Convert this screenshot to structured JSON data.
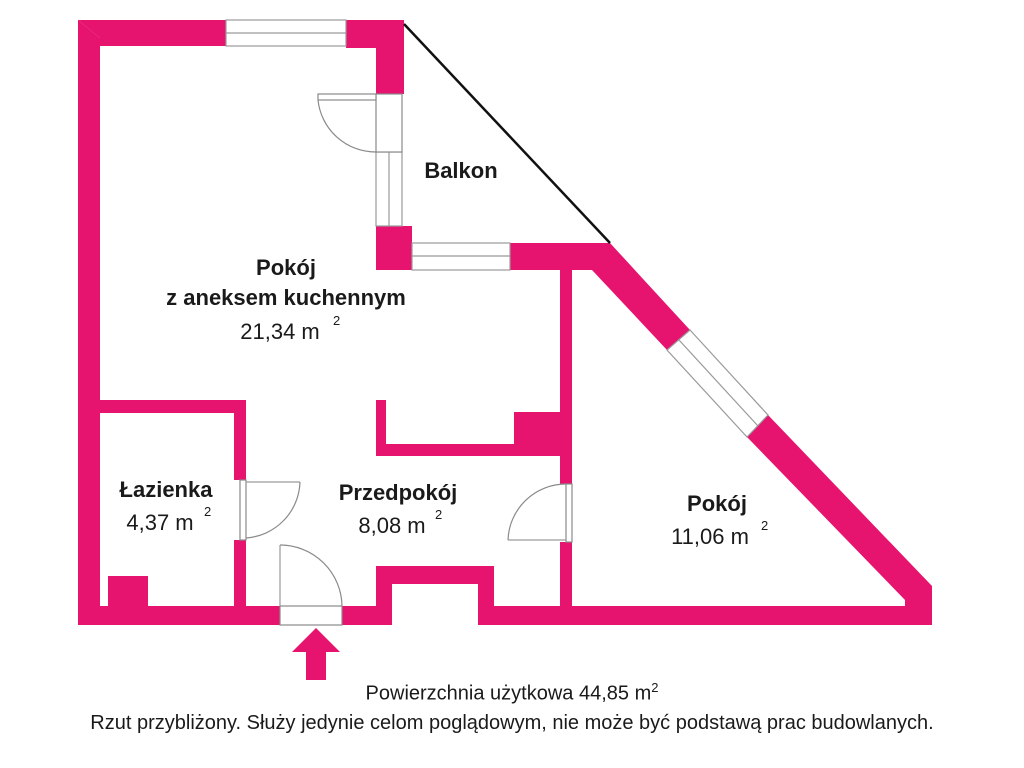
{
  "colors": {
    "wall": "#e6136f",
    "fixtures": "#9a9a9a",
    "text": "#1a1a1a"
  },
  "rooms": {
    "living": {
      "name_line1": "Pokój",
      "name_line2": "z aneksem kuchennym",
      "area": "21,34 m",
      "area_sup": "2"
    },
    "balcony": {
      "name": "Balkon"
    },
    "bathroom": {
      "name": "Łazienka",
      "area": "4,37 m",
      "area_sup": "2"
    },
    "hall": {
      "name": "Przedpokój",
      "area": "8,08 m",
      "area_sup": "2"
    },
    "room2": {
      "name": "Pokój",
      "area": "11,06 m",
      "area_sup": "2"
    }
  },
  "entrance_icon": "entrance-arrow-icon",
  "footer": {
    "total_label": "Powierzchnia użytkowa 44,85 m",
    "total_sup": "2",
    "disclaimer": "Rzut przybliżony. Służy jedynie celom poglądowym, nie może być podstawą prac budowlanych."
  }
}
